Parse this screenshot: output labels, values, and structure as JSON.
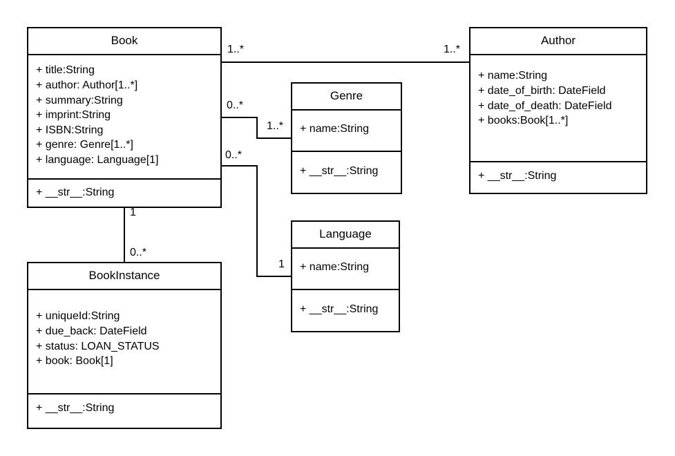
{
  "classes": {
    "book": {
      "name": "Book",
      "attributes": [
        "+ title:String",
        "+ author: Author[1..*]",
        "+ summary:String",
        "+ imprint:String",
        "+ ISBN:String",
        "+ genre: Genre[1..*]",
        "+ language: Language[1]"
      ],
      "methods": [
        "+ __str__:String"
      ]
    },
    "author": {
      "name": "Author",
      "attributes": [
        "+ name:String",
        "+ date_of_birth: DateField",
        "+ date_of_death: DateField",
        "+ books:Book[1..*]"
      ],
      "methods": [
        "+ __str__:String"
      ]
    },
    "genre": {
      "name": "Genre",
      "attributes": [
        "+ name:String"
      ],
      "methods": [
        "+ __str__:String"
      ]
    },
    "language": {
      "name": "Language",
      "attributes": [
        "+ name:String"
      ],
      "methods": [
        "+ __str__:String"
      ]
    },
    "bookinstance": {
      "name": "BookInstance",
      "attributes": [
        "+ uniqueId:String",
        "+ due_back: DateField",
        "+ status: LOAN_STATUS",
        "+ book: Book[1]"
      ],
      "methods": [
        "+ __str__:String"
      ]
    }
  },
  "multiplicities": {
    "book_author_book_end": "1..*",
    "book_author_author_end": "1..*",
    "book_genre_book_end": "0..*",
    "book_genre_genre_end": "1..*",
    "book_language_book_end": "0..*",
    "book_language_language_end": "1",
    "book_instance_book_end": "1",
    "book_instance_instance_end": "0..*"
  }
}
